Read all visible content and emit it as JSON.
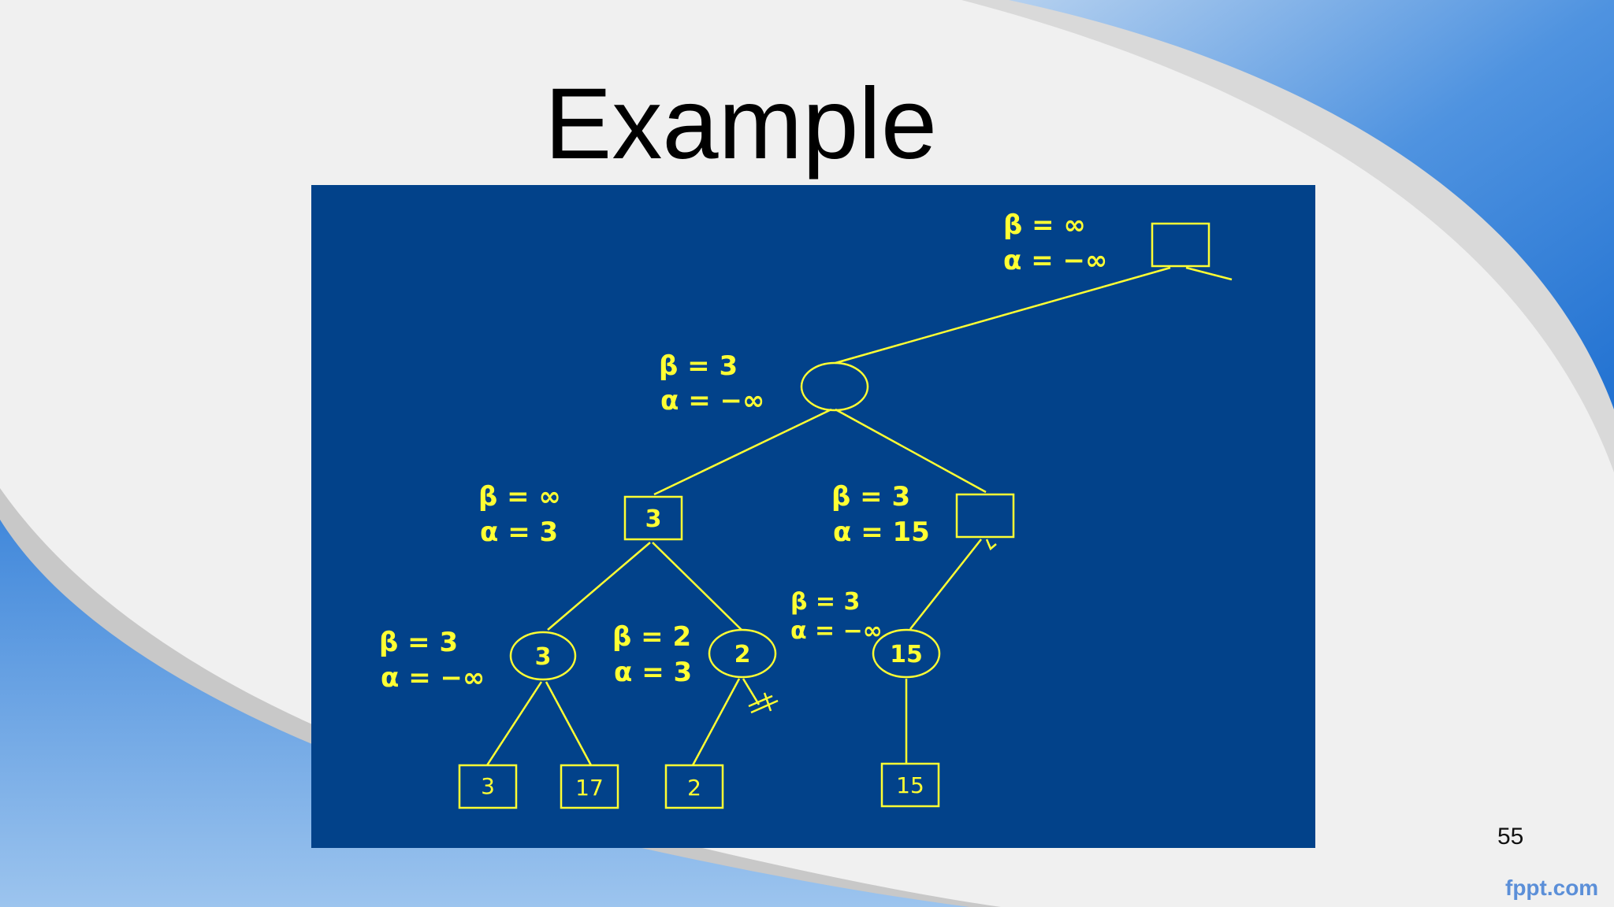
{
  "slide": {
    "title": "Example",
    "page_number": "55",
    "brand": "fppt.com"
  },
  "colors": {
    "panel_background": "#02428a",
    "diagram_foreground": "#ffff33",
    "title_text": "#000000"
  },
  "tree": {
    "root": {
      "beta": "β = ∞",
      "alpha": "α = −∞",
      "value": ""
    },
    "level1": {
      "beta": "β = 3",
      "alpha": "α = −∞",
      "value": ""
    },
    "level2_left": {
      "beta": "β = ∞",
      "alpha": "α = 3",
      "value": "3"
    },
    "level2_right": {
      "beta": "β = 3",
      "alpha": "α = 15",
      "value": ""
    },
    "level3_a": {
      "beta": "β = 3",
      "alpha": "α = −∞",
      "value": "3"
    },
    "level3_b": {
      "beta": "β = 2",
      "alpha": "α = 3",
      "value": "2"
    },
    "level3_c": {
      "beta": "β = 3",
      "alpha": "α = −∞",
      "value": "15"
    },
    "leaves": [
      "3",
      "17",
      "2",
      "15"
    ]
  }
}
